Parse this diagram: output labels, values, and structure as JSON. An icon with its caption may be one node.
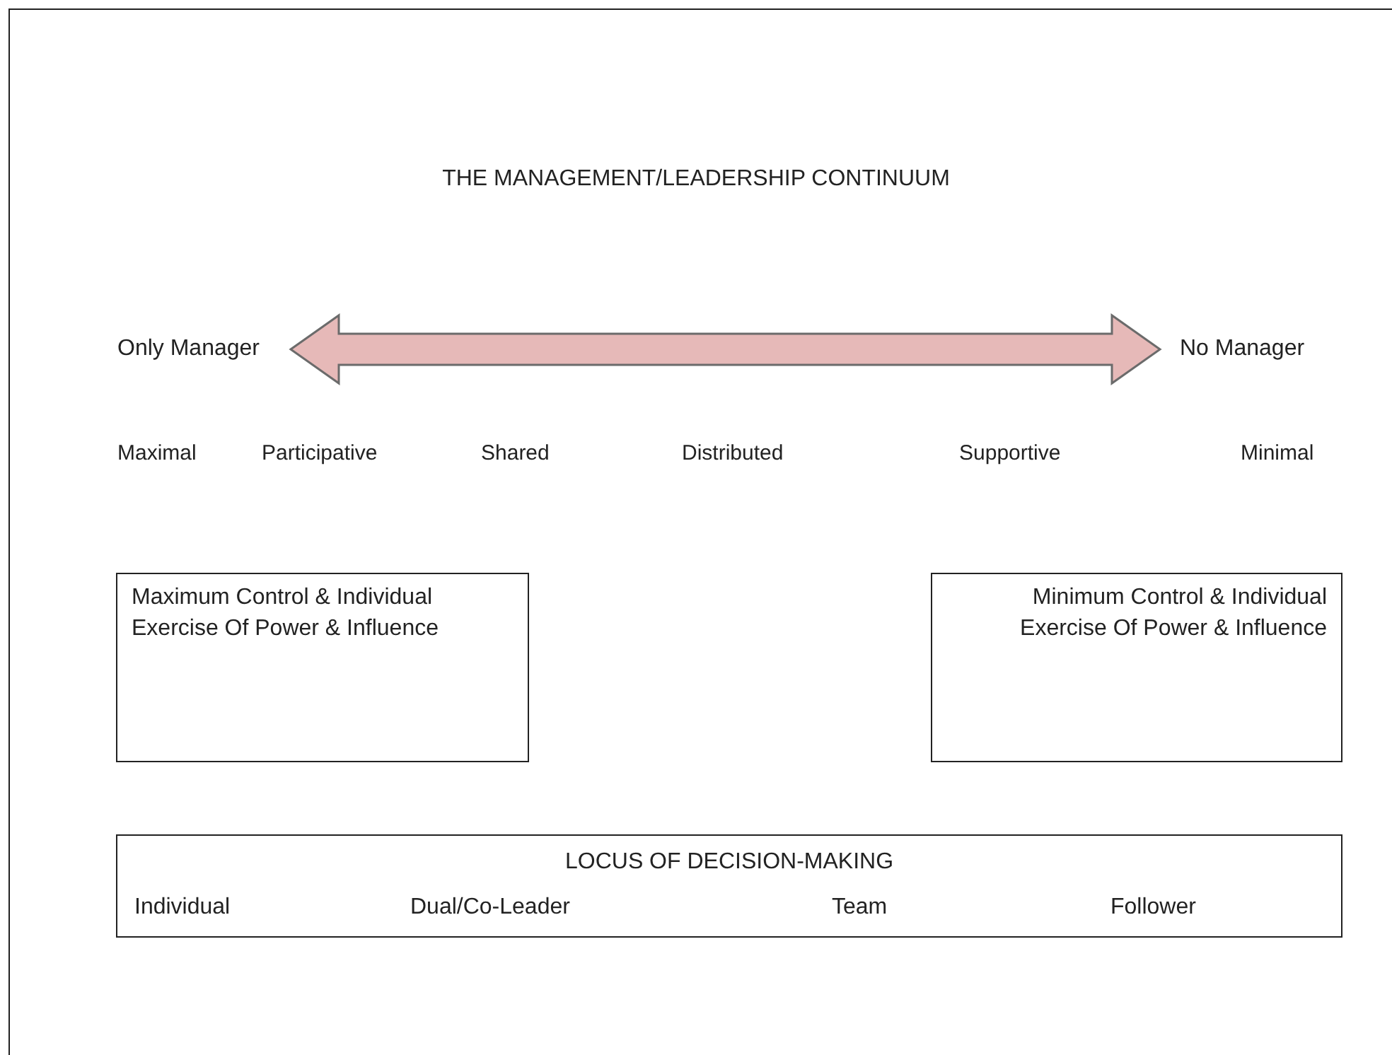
{
  "diagram": {
    "title": "THE MANAGEMENT/LEADERSHIP CONTINUUM",
    "nodes": [
      {
        "text": [
          "Only Manager"
        ]
      },
      {
        "text": [
          "No Manager"
        ]
      },
      {
        "text": [
          "Maximum Control & Individual Exercise Of Power & Influence"
        ]
      },
      {
        "text": [
          "Minimum Control & Individual Exercise Of Power & Influence"
        ]
      },
      {
        "text": [
          "LOCUS OF DECISION-MAKING",
          "Individual",
          "Dual/Co-Leader",
          "Team",
          "Follower"
        ]
      }
    ],
    "edges": [
      {
        "from": 0,
        "to": 1,
        "arrow": "both"
      }
    ],
    "labels": [
      "Maximal",
      "Participative",
      "Shared",
      "Distributed",
      "Supportive",
      "Minimal"
    ]
  }
}
